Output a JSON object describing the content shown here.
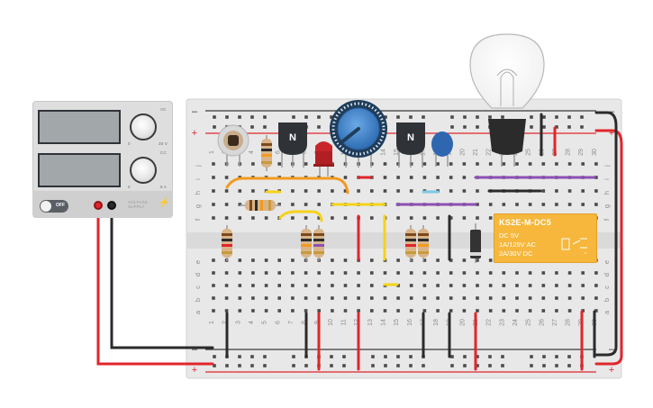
{
  "power_supply": {
    "knob_top_label": "VC",
    "knob_top_scale_min": "0",
    "knob_top_scale_max": "30 V",
    "knob_bottom_label": "CC",
    "knob_bottom_scale_min": "0",
    "knob_bottom_scale_max": "5 A",
    "switch_label": "OFF",
    "brand_text": "VOLTAGE SUPPLY",
    "switch_state": "off"
  },
  "breadboard": {
    "column_numbers": [
      "1",
      "2",
      "3",
      "4",
      "5",
      "6",
      "7",
      "8",
      "9",
      "10",
      "11",
      "12",
      "13",
      "14",
      "15",
      "16",
      "17",
      "18",
      "19",
      "20",
      "21",
      "22",
      "23",
      "24",
      "25",
      "26",
      "27",
      "28",
      "29",
      "30"
    ],
    "row_letters_top": [
      "j",
      "i",
      "h",
      "g",
      "f"
    ],
    "row_letters_bottom": [
      "e",
      "d",
      "c",
      "b",
      "a"
    ],
    "rail_minus": "–",
    "rail_plus": "+"
  },
  "transistor_left": {
    "label": "N"
  },
  "transistor_right": {
    "label": "N"
  },
  "relay": {
    "title": "KS2E-M-DC5",
    "line1": "DC 5V",
    "line2": "1A/125V AC",
    "line3": "2A/30V  DC"
  },
  "colors": {
    "wire_red": "#e0262b",
    "wire_black": "#2b2b2b",
    "wire_yellow": "#f5d21a",
    "wire_orange": "#f39a1e",
    "wire_purple": "#8c50b4",
    "wire_lightblue": "#7ec8e3",
    "relay_body": "#f6b73c",
    "potentiometer": "#3c7ec9"
  }
}
